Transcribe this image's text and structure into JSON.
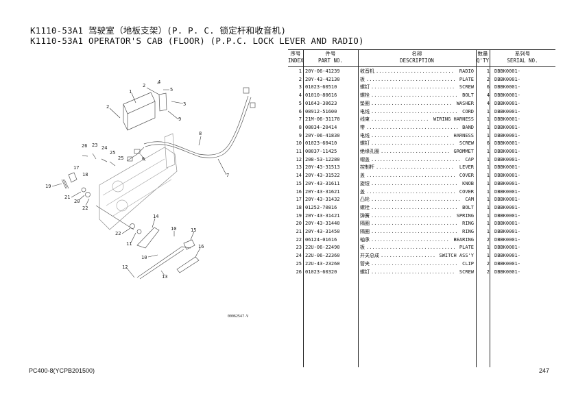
{
  "title": {
    "line1": "K1110-53A1 驾驶室（地板支架）(P. P. C. 锁定杆和收音机)",
    "line2": "K1110-53A1 OPERATOR'S CAB (FLOOR) (P.P.C. LOCK LEVER AND RADIO)"
  },
  "diagram": {
    "figure_code": "00062547-V",
    "callouts": [
      "4",
      "2",
      "5",
      "3",
      "1",
      "2",
      "9",
      "8",
      "7",
      "6",
      "26",
      "23",
      "24",
      "25",
      "25",
      "17",
      "18",
      "19",
      "21",
      "20",
      "22",
      "22",
      "11",
      "14",
      "10",
      "15",
      "16",
      "10",
      "12",
      "13"
    ]
  },
  "table": {
    "headers": {
      "index_cn": "序号",
      "index_en": "INDEX",
      "part_cn": "件号",
      "part_en": "PART NO.",
      "desc_cn": "名称",
      "desc_en": "DESCRIPTION",
      "qty_cn": "数量",
      "qty_en": "Q'TY",
      "serial_cn": "系列号",
      "serial_en": "SERIAL NO."
    },
    "rows": [
      {
        "index": "1",
        "part": "20Y-06-41239",
        "cn": "收音机",
        "en": "RADIO",
        "qty": "1",
        "serial": "DBBK0001-"
      },
      {
        "index": "2",
        "part": "20Y-43-42130",
        "cn": "板",
        "en": "PLATE",
        "qty": "2",
        "serial": "DBBK0001-"
      },
      {
        "index": "3",
        "part": "01023-60510",
        "cn": "螺钉",
        "en": "SCREW",
        "qty": "6",
        "serial": "DBBK0001-"
      },
      {
        "index": "4",
        "part": "01010-80616",
        "cn": "螺栓",
        "en": "BOLT",
        "qty": "4",
        "serial": "DBBK0001-"
      },
      {
        "index": "5",
        "part": "01643-30623",
        "cn": "垫圈",
        "en": "WASHER",
        "qty": "4",
        "serial": "DBBK0001-"
      },
      {
        "index": "6",
        "part": "08912-51600",
        "cn": "电线",
        "en": "CORD",
        "qty": "1",
        "serial": "DBBK0001-"
      },
      {
        "index": "7",
        "part": "21M-06-31170",
        "cn": "线束",
        "en": "WIRING HARNESS",
        "qty": "1",
        "serial": "DBBK0001-"
      },
      {
        "index": "8",
        "part": "08034-20414",
        "cn": "带",
        "en": "BAND",
        "qty": "1",
        "serial": "DBBK0001-"
      },
      {
        "index": "9",
        "part": "20Y-06-41830",
        "cn": "电线",
        "en": "HARNESS",
        "qty": "1",
        "serial": "DBBK0001-"
      },
      {
        "index": "10",
        "part": "01023-60410",
        "cn": "螺钉",
        "en": "SCREW",
        "qty": "6",
        "serial": "DBBK0001-"
      },
      {
        "index": "11",
        "part": "08037-11425",
        "cn": "绝缘孔圈",
        "en": "GROMMET",
        "qty": "1",
        "serial": "DBBK0001-"
      },
      {
        "index": "12",
        "part": "208-53-12280",
        "cn": "帽盖",
        "en": "CAP",
        "qty": "1",
        "serial": "DBBK0001-"
      },
      {
        "index": "13",
        "part": "20Y-43-31513",
        "cn": "控制杆",
        "en": "LEVER",
        "qty": "1",
        "serial": "DBBK0001-"
      },
      {
        "index": "14",
        "part": "20Y-43-31522",
        "cn": "盖",
        "en": "COVER",
        "qty": "1",
        "serial": "DBBK0001-"
      },
      {
        "index": "15",
        "part": "20Y-43-31611",
        "cn": "旋钮",
        "en": "KNOB",
        "qty": "1",
        "serial": "DBBK0001-"
      },
      {
        "index": "16",
        "part": "20Y-43-31621",
        "cn": "盖",
        "en": "COVER",
        "qty": "1",
        "serial": "DBBK0001-"
      },
      {
        "index": "17",
        "part": "20Y-43-31432",
        "cn": "凸轮",
        "en": "CAM",
        "qty": "1",
        "serial": "DBBK0001-"
      },
      {
        "index": "18",
        "part": "01252-70816",
        "cn": "螺栓",
        "en": "BOLT",
        "qty": "1",
        "serial": "DBBK0001-"
      },
      {
        "index": "19",
        "part": "20Y-43-31421",
        "cn": "弹簧",
        "en": "SPRING",
        "qty": "1",
        "serial": "DBBK0001-"
      },
      {
        "index": "20",
        "part": "20Y-43-31440",
        "cn": "隔圈",
        "en": "RING",
        "qty": "1",
        "serial": "DBBK0001-"
      },
      {
        "index": "21",
        "part": "20Y-43-31450",
        "cn": "隔圈",
        "en": "RING",
        "qty": "1",
        "serial": "DBBK0001-"
      },
      {
        "index": "22",
        "part": "06124-01616",
        "cn": "轴承",
        "en": "BEARING",
        "qty": "2",
        "serial": "DBBK0001-"
      },
      {
        "index": "23",
        "part": "22U-06-22490",
        "cn": "板",
        "en": "PLATE",
        "qty": "1",
        "serial": "DBBK0001-"
      },
      {
        "index": "24",
        "part": "22U-06-22360",
        "cn": "开关总成",
        "en": "SWITCH ASS'Y",
        "qty": "1",
        "serial": "DBBK0001-"
      },
      {
        "index": "25",
        "part": "22U-43-23260",
        "cn": "管夹",
        "en": "CLIP",
        "qty": "2",
        "serial": "DBBK0001-"
      },
      {
        "index": "26",
        "part": "01023-60320",
        "cn": "螺钉",
        "en": "SCREW",
        "qty": "2",
        "serial": "DBBK0001-"
      }
    ]
  },
  "footer": {
    "model": "PC400-8(YCPB201500)",
    "page": "247"
  }
}
